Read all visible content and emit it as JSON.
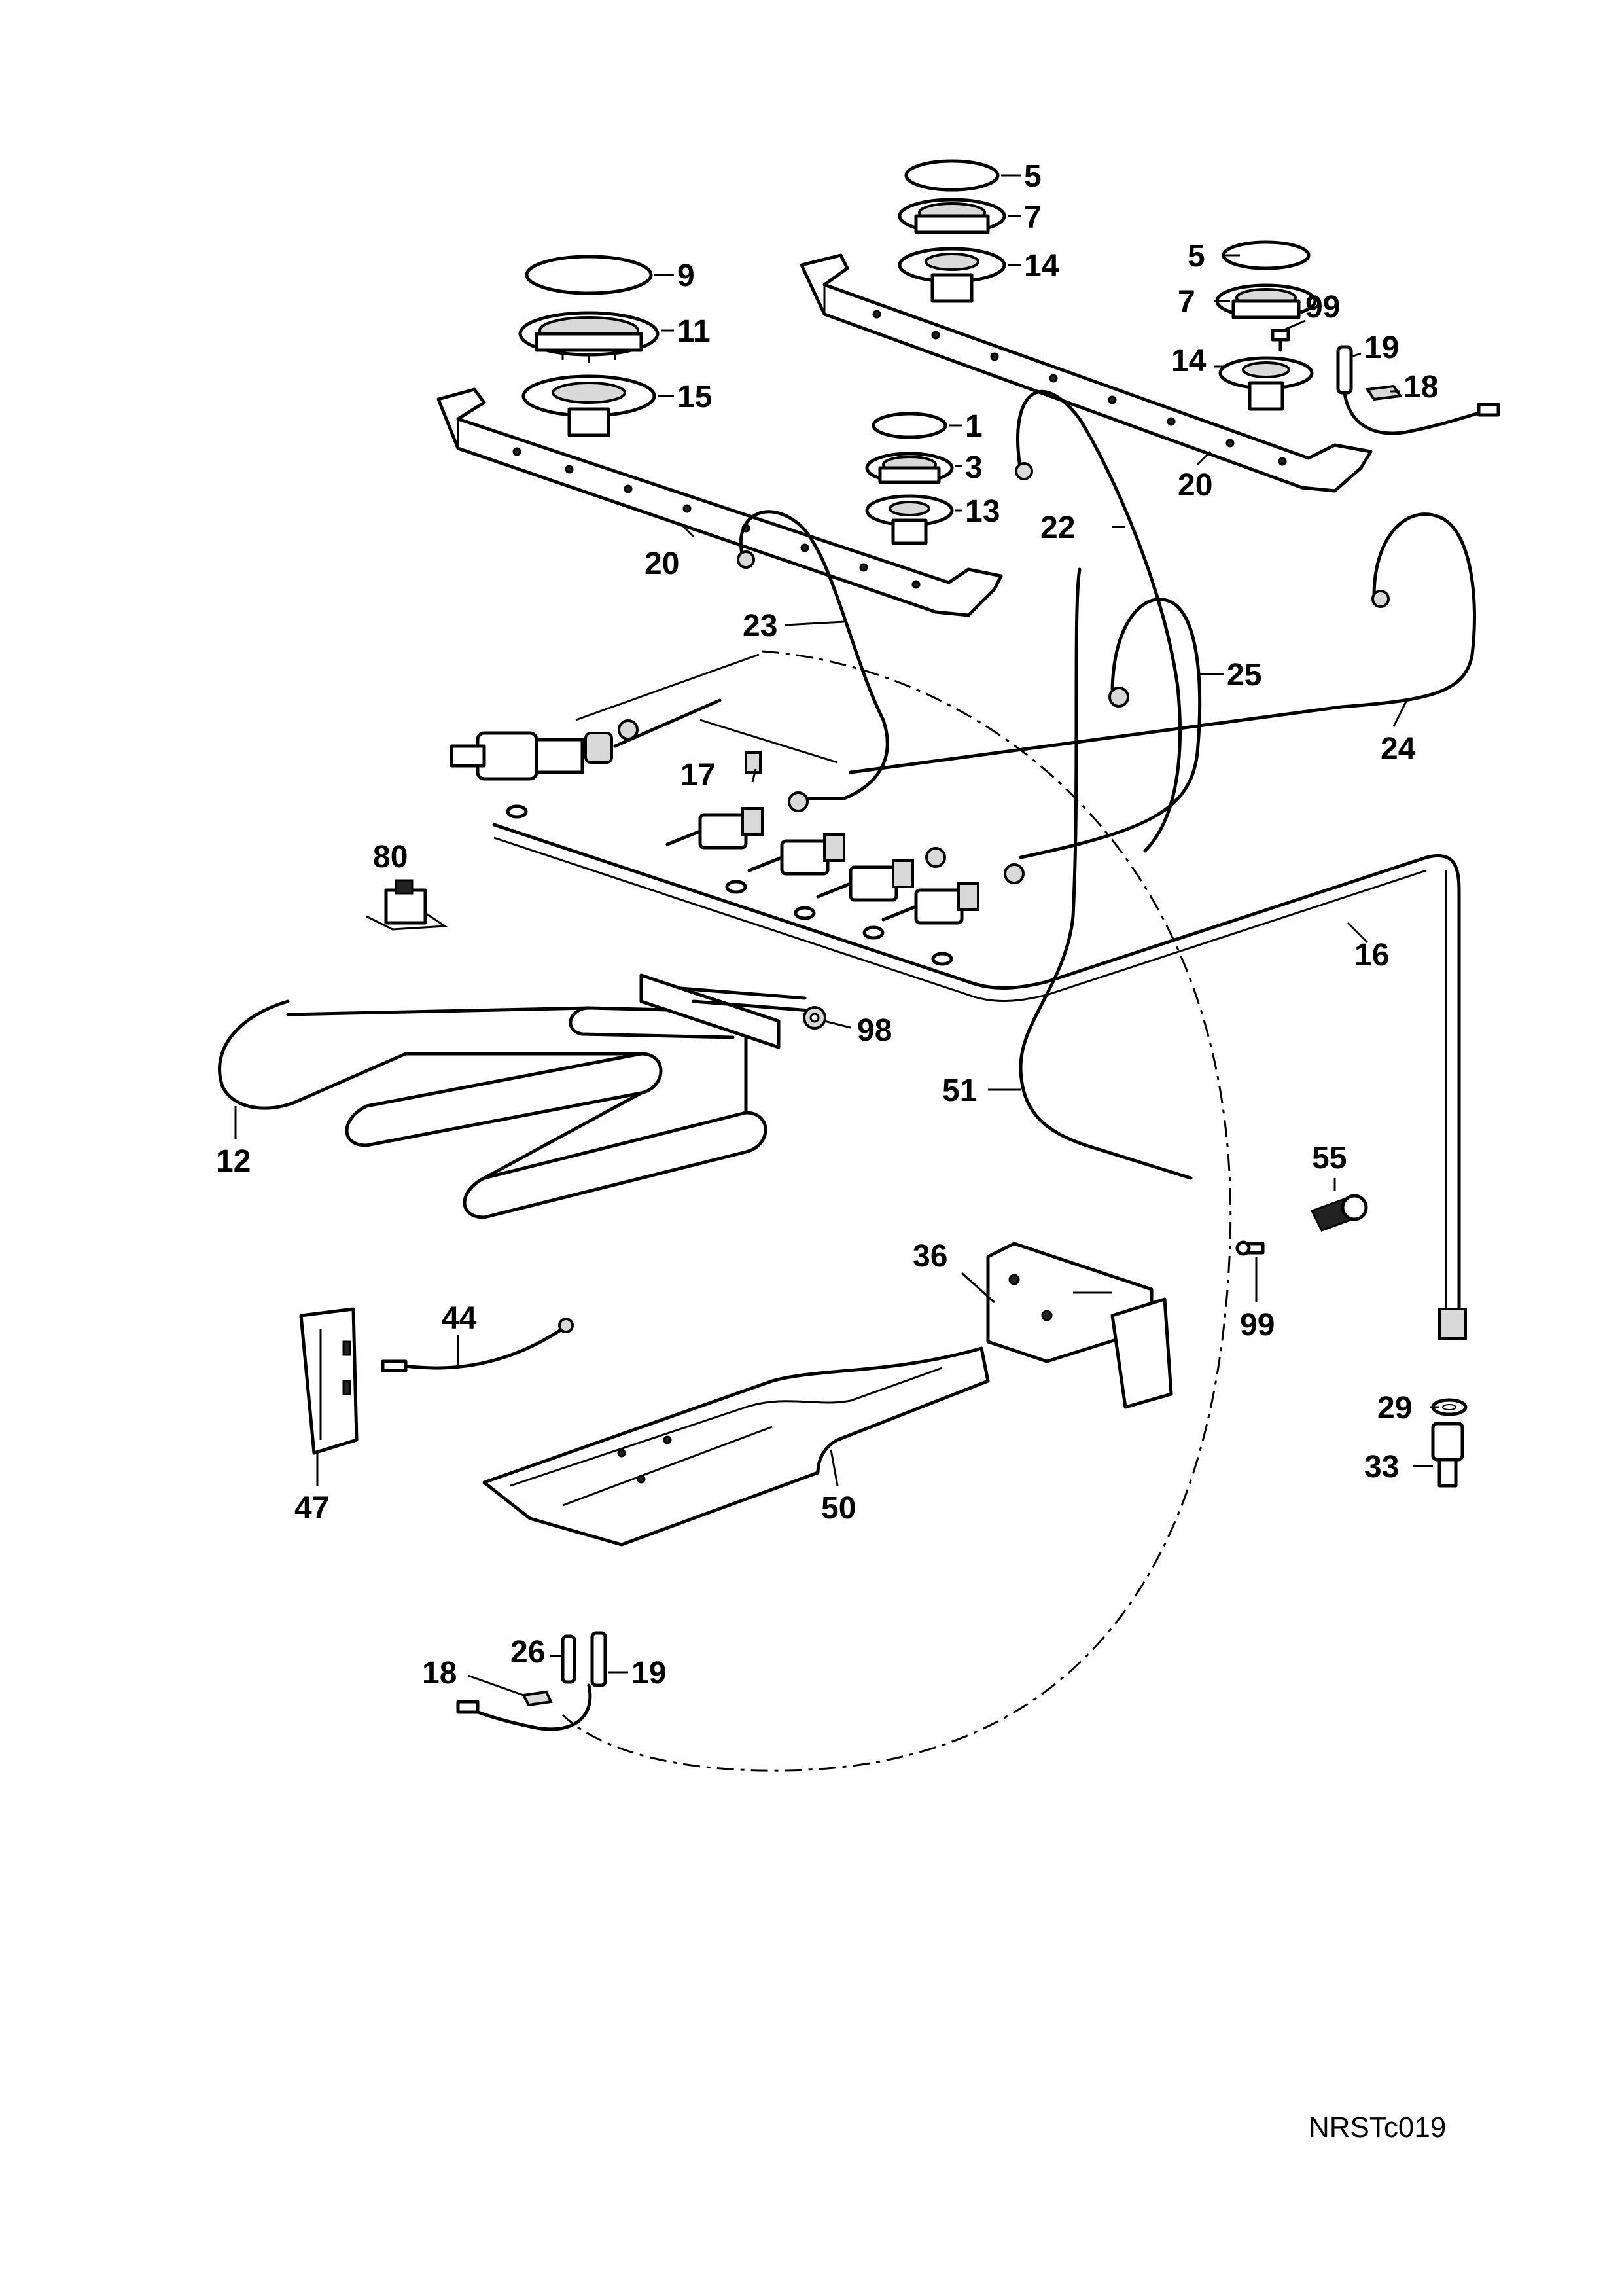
{
  "drawing": {
    "reference": "NRSTc019",
    "labels": {
      "l1": "1",
      "l3": "3",
      "l5a": "5",
      "l5b": "5",
      "l7a": "7",
      "l7b": "7",
      "l9": "9",
      "l11": "11",
      "l12": "12",
      "l13": "13",
      "l14a": "14",
      "l14b": "14",
      "l15": "15",
      "l16": "16",
      "l17": "17",
      "l18a": "18",
      "l18b": "18",
      "l19a": "19",
      "l19b": "19",
      "l20a": "20",
      "l20b": "20",
      "l22": "22",
      "l23": "23",
      "l24": "24",
      "l25": "25",
      "l26": "26",
      "l29": "29",
      "l33": "33",
      "l36": "36",
      "l44": "44",
      "l47": "47",
      "l50": "50",
      "l51": "51",
      "l55": "55",
      "l80": "80",
      "l98": "98",
      "l99a": "99",
      "l99b": "99"
    }
  }
}
